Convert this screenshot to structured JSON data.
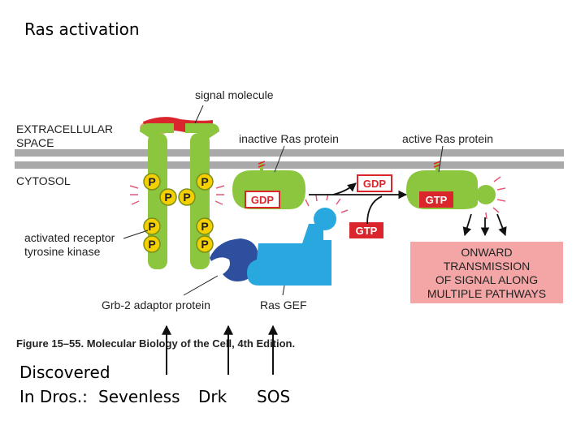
{
  "slide": {
    "title": "Ras activation"
  },
  "figure": {
    "labels": {
      "signal_molecule": "signal molecule",
      "extracellular_line1": "EXTRACELLULAR",
      "extracellular_line2": "SPACE",
      "cytosol": "CYTOSOL",
      "inactive_ras": "inactive Ras protein",
      "active_ras": "active Ras protein",
      "receptor_line1": "activated receptor",
      "receptor_line2": "tyrosine kinase",
      "grb2": "Grb-2 adaptor protein",
      "ras_gef": "Ras GEF",
      "caption": "Figure 15–55. Molecular Biology of the Cell, 4th Edition."
    },
    "phospho": "P",
    "nucleotides": {
      "gdp_bound": "GDP",
      "gdp_released": "GDP",
      "gtp_incoming": "GTP",
      "gtp_bound": "GTP"
    },
    "onward_box": {
      "line1": "ONWARD",
      "line2": "TRANSMISSION",
      "line3": "OF SIGNAL ALONG",
      "line4": "MULTIPLE PATHWAYS"
    },
    "colors": {
      "membrane": "#a9a9a9",
      "receptor": "#8cc63f",
      "phospho": "#f5d000",
      "signal": "#d9252b",
      "gef": "#29a8e0",
      "grb2": "#2e4f9e",
      "nucleotide": "#d9252b",
      "onward_box": "#f4a6a6"
    }
  },
  "notes": {
    "discovered": "Discovered",
    "in_dros": "In Dros.:",
    "sevenless": "Sevenless",
    "drk": "Drk",
    "sos": "SOS"
  }
}
